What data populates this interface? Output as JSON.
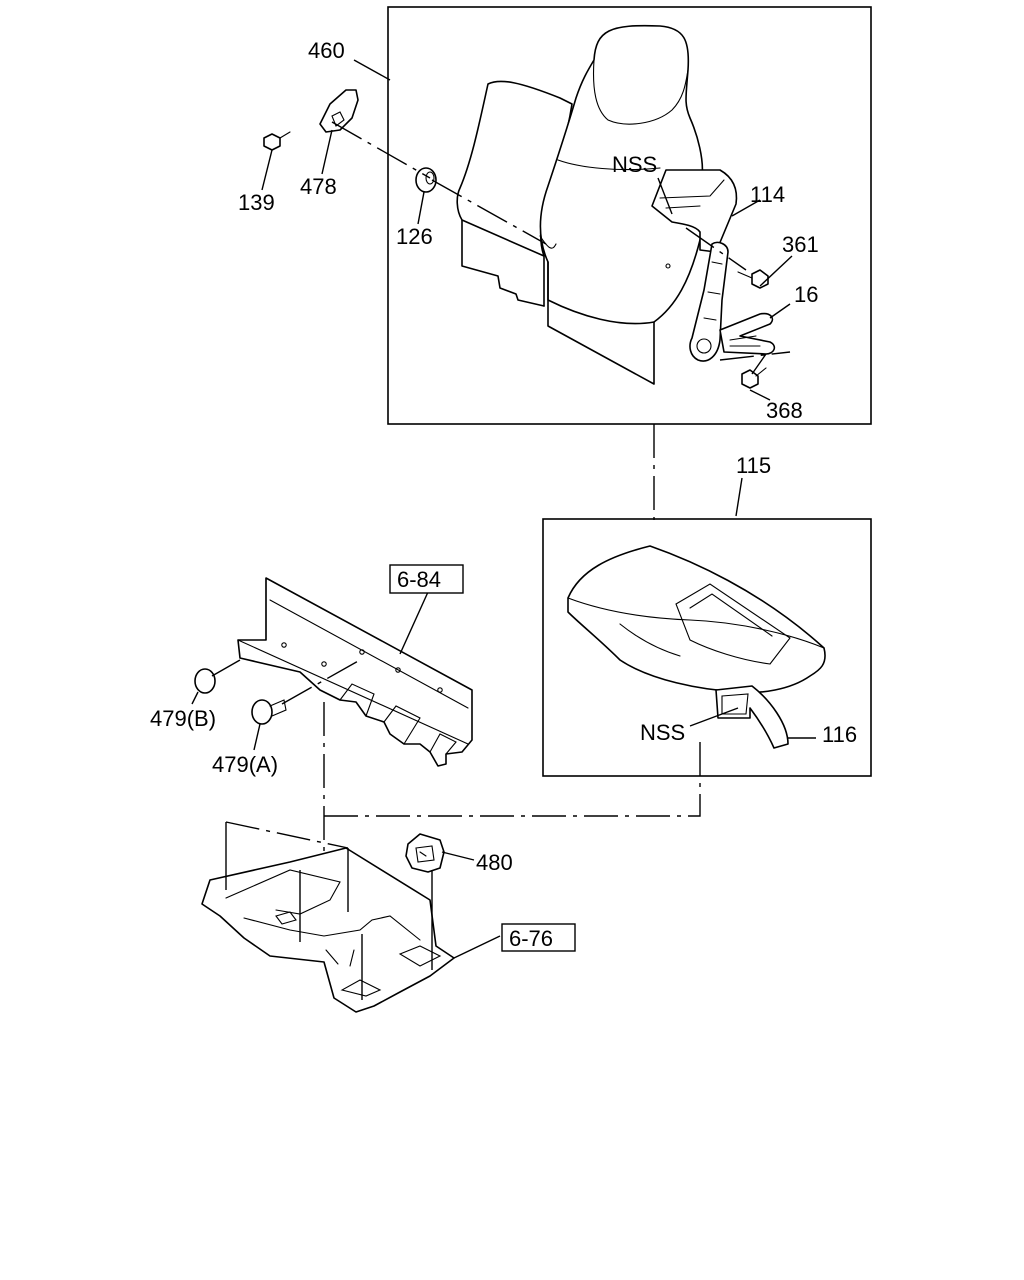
{
  "diagram": {
    "callouts": {
      "c460": "460",
      "c478": "478",
      "c139": "139",
      "c126": "126",
      "c114": "114",
      "cNSS_top": "NSS",
      "c361": "361",
      "c16": "16",
      "c368": "368",
      "c115": "115",
      "c116": "116",
      "cNSS_bottom": "NSS",
      "c479b": "479(B)",
      "c479a": "479(A)",
      "c480": "480"
    },
    "references": {
      "r684": "6-84",
      "r676": "6-76"
    }
  }
}
